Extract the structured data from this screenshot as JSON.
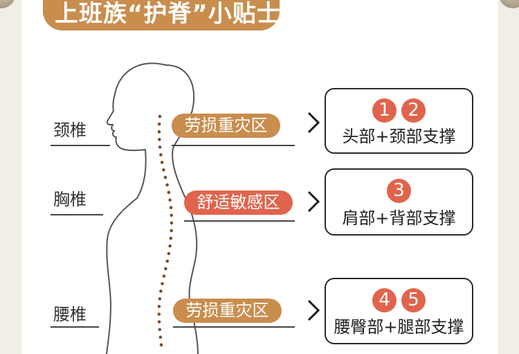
{
  "title": "上班族“护脊”小贴士",
  "spine_labels": [
    "颈椎",
    "胸椎",
    "腰椎"
  ],
  "zones": [
    {
      "label": "劳损重灾区",
      "color": "#c98d4d"
    },
    {
      "label": "舒适敏感区",
      "color": "#e0644d"
    },
    {
      "label": "劳损重灾区",
      "color": "#c98d4d"
    }
  ],
  "tips": [
    {
      "numbers": [
        "1",
        "2"
      ],
      "text": "头部+颈部支撑"
    },
    {
      "numbers": [
        "3"
      ],
      "text": "肩部+背部支撑"
    },
    {
      "numbers": [
        "4",
        "5"
      ],
      "text": "腰臀部+腿部支撑"
    }
  ],
  "colors": {
    "accent_tan": "#c98d4d",
    "accent_red": "#e0644d",
    "spine_dots": "#7a4a2a",
    "outline": "#555555"
  },
  "icons": [
    "chevron-right-icon",
    "human-silhouette-outline",
    "spine-dotted-line"
  ]
}
